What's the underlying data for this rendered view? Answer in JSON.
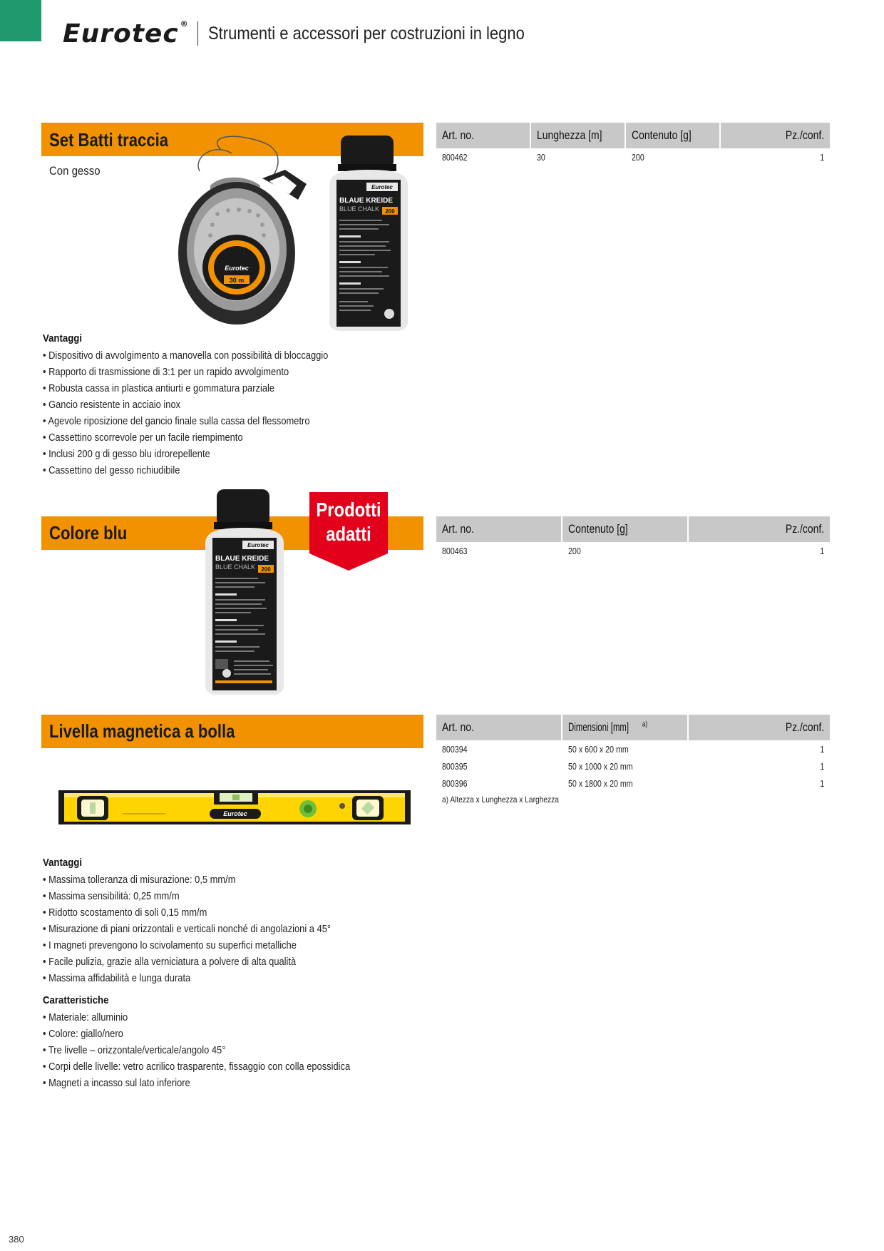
{
  "header": {
    "logo": "Eurotec",
    "logo_reg": "®",
    "title": "Strumenti e accessori per costruzioni in legno"
  },
  "section1": {
    "title": "Set Batti traccia",
    "subtitle": "Con gesso",
    "table": {
      "headers": [
        "Art. no.",
        "Lunghezza [m]",
        "Contenuto [g]",
        "Pz./conf."
      ],
      "rows": [
        [
          "800462",
          "30",
          "200",
          "1"
        ]
      ]
    },
    "vantaggi_title": "Vantaggi",
    "vantaggi": [
      "Dispositivo di avvolgimento a manovella con possibilità di bloccaggio",
      "Rapporto di trasmissione di 3:1 per un rapido avvolgimento",
      "Robusta cassa in plastica antiurti e gommatura parziale",
      "Gancio resistente in acciaio inox",
      "Agevole riposizione del gancio finale sulla cassa del flessometro",
      "Cassettino scorrevole per un facile riempimento",
      "Inclusi 200 g di gesso blu idrorepellente",
      "Cassettino del gesso richiudibile"
    ]
  },
  "section2": {
    "title": "Colore blu",
    "badge_line1": "Prodotti",
    "badge_line2": "adatti",
    "table": {
      "headers": [
        "Art. no.",
        "Contenuto [g]",
        "Pz./conf."
      ],
      "rows": [
        [
          "800463",
          "200",
          "1"
        ]
      ]
    }
  },
  "section3": {
    "title": "Livella magnetica a bolla",
    "table": {
      "headers": [
        "Art. no.",
        "Dimensioni [mm]",
        "Pz./conf."
      ],
      "header_sup": "a)",
      "rows": [
        [
          "800394",
          "50 x 600 x 20 mm",
          "1"
        ],
        [
          "800395",
          "50 x 1000 x 20 mm",
          "1"
        ],
        [
          "800396",
          "50 x 1800 x 20 mm",
          "1"
        ]
      ],
      "footnote": "a) Altezza x Lunghezza x Larghezza"
    },
    "vantaggi_title": "Vantaggi",
    "vantaggi": [
      "Massima tolleranza di misurazione: 0,5 mm/m",
      "Massima sensibilità: 0,25 mm/m",
      "Ridotto scostamento di soli 0,15 mm/m",
      "Misurazione di piani orizzontali e verticali nonché di angolazioni a 45°",
      "I magneti prevengono lo scivolamento su superfici metalliche",
      "Facile pulizia, grazie alla verniciatura a polvere di alta qualità",
      "Massima affidabilità e lunga durata"
    ],
    "caratteristiche_title": "Caratteristiche",
    "caratteristiche": [
      "Materiale: alluminio",
      "Colore: giallo/nero",
      "Tre livelle – orizzontale/verticale/angolo 45°",
      "Corpi delle livelle: vetro acrilico trasparente, fissaggio con colla epossidica",
      "Magneti a incasso sul lato inferiore"
    ]
  },
  "product_labels": {
    "bottle_brand": "Eurotec",
    "bottle_title": "BLAUE KREIDE",
    "bottle_subtitle": "BLUE CHALK",
    "bottle_amount": "200",
    "reel_brand": "Eurotec",
    "reel_length": "30 m",
    "level_brand": "Eurotec"
  },
  "page_number": "380",
  "colors": {
    "accent_orange": "#f39200",
    "brand_green": "#1f9a6e",
    "badge_red": "#e2001a",
    "table_header": "#c8c8c8"
  }
}
